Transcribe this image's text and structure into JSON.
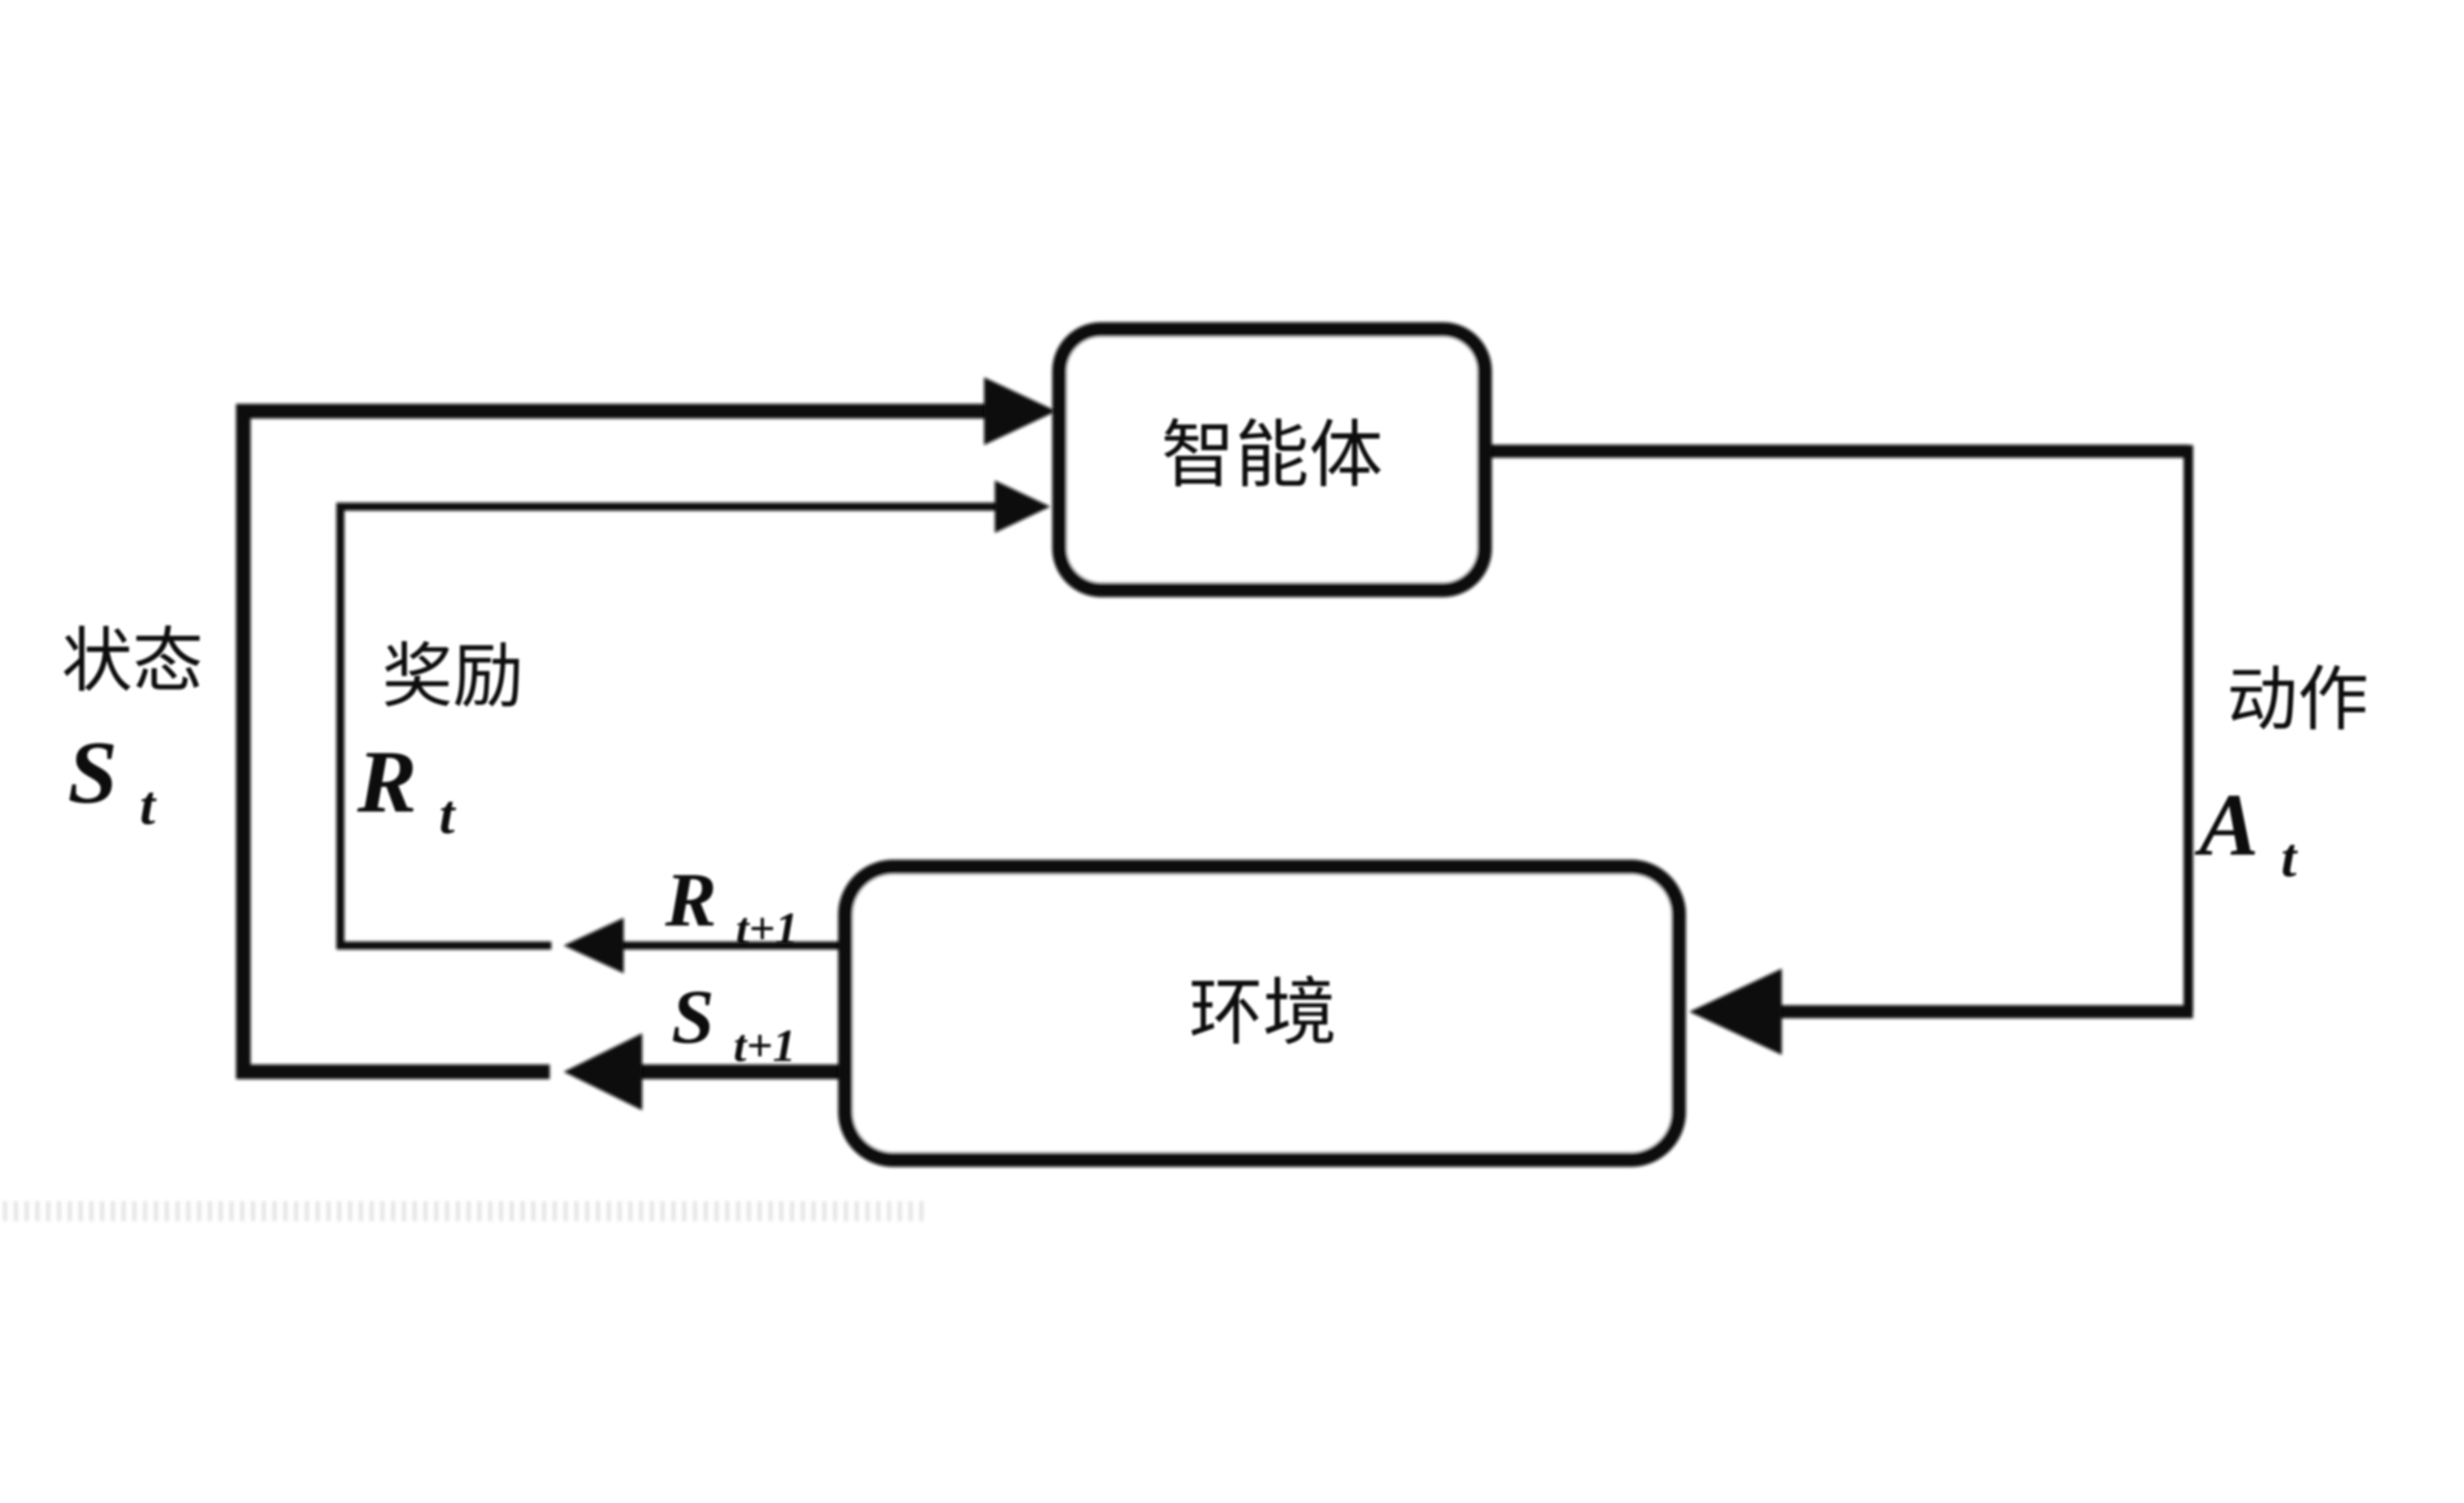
{
  "diagram": {
    "agent": {
      "label": "智能体"
    },
    "environment": {
      "label": "环境"
    },
    "state": {
      "word": "状态",
      "symbol": "S",
      "subscript": "t"
    },
    "reward": {
      "word": "奖励",
      "symbol": "R",
      "subscript": "t"
    },
    "action": {
      "word": "动作",
      "symbol": "A",
      "subscript": "t"
    },
    "next_reward": {
      "symbol": "R",
      "subscript": "t+1"
    },
    "next_state": {
      "symbol": "S",
      "subscript": "t+1"
    },
    "colors": {
      "ink": "#0b0b0b",
      "background": "#ffffff"
    }
  }
}
